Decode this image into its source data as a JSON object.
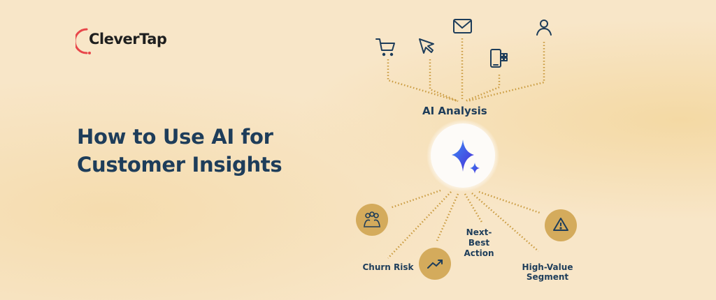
{
  "brand": {
    "name": "CleverTap",
    "accent": "#e8464a"
  },
  "headline": {
    "line1": "How to Use AI for",
    "line2": "Customer Insights"
  },
  "diagram": {
    "center_label": "AI Analysis",
    "center_icon": "sparkle-icon",
    "inputs": [
      "cart-icon",
      "cursor-icon",
      "mail-icon",
      "mobile-app-icon",
      "user-icon"
    ],
    "outputs": [
      {
        "icon": "group-icon",
        "label": ""
      },
      {
        "icon": "trend-up-icon",
        "label": "Churn Risk"
      },
      {
        "icon": "",
        "label": "Next-Best Action"
      },
      {
        "icon": "warning-icon",
        "label": "High-Value Segment"
      }
    ]
  },
  "colors": {
    "navy": "#1e3d5a",
    "gold": "#d4ab5c",
    "dots": "#c99a3e",
    "spark_blue": "#3b5bff"
  }
}
